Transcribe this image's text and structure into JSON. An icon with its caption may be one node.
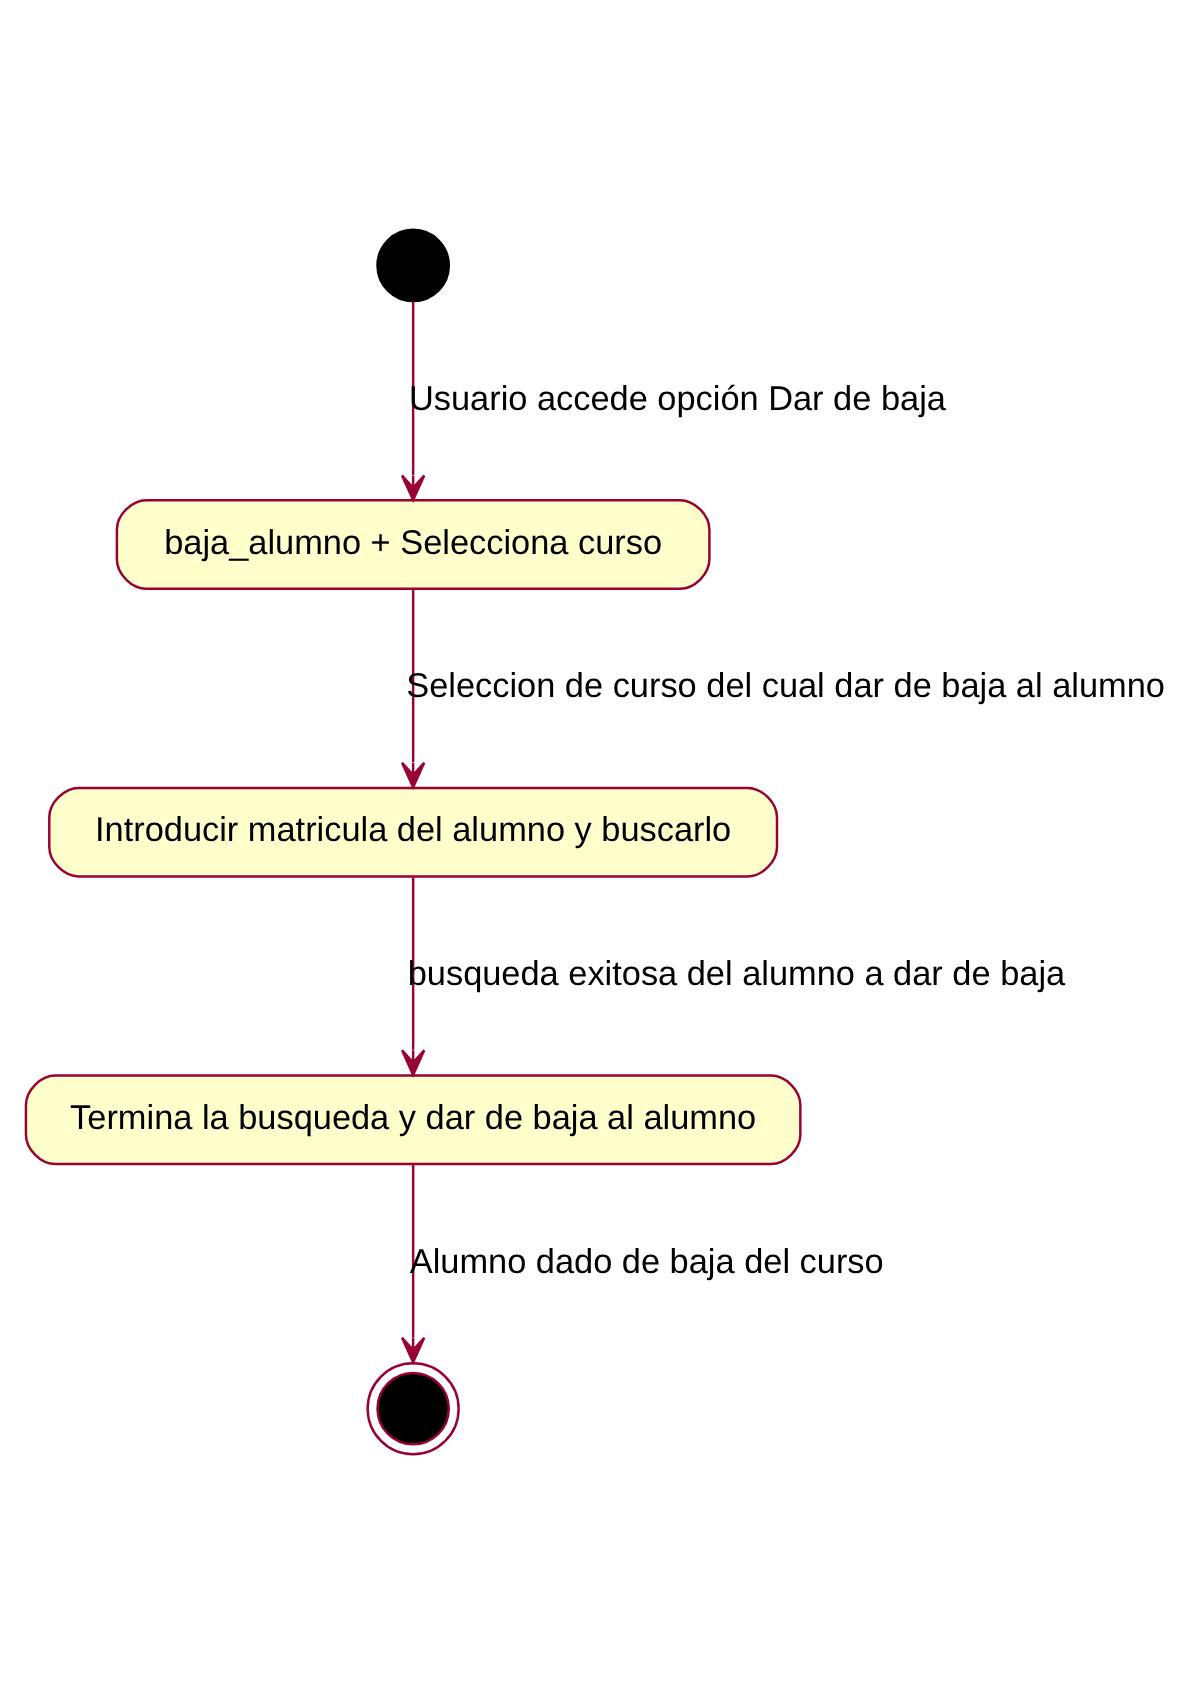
{
  "diagram": {
    "nodes": [
      {
        "text": [],
        "shape": "circle"
      },
      {
        "text": [
          "baja_alumno + Selecciona curso"
        ]
      },
      {
        "text": [
          "Introducir matricula del alumno y buscarlo"
        ]
      },
      {
        "text": [
          "Termina la busqueda y dar de baja al alumno"
        ]
      },
      {
        "text": [],
        "shape": "circle"
      }
    ],
    "edges": [
      {
        "from": 0,
        "to": 1,
        "arrow": "to",
        "label": "Usuario accede opción Dar de baja"
      },
      {
        "from": 1,
        "to": 2,
        "arrow": "to",
        "label": "Seleccion de curso del cual dar de baja al alumno"
      },
      {
        "from": 2,
        "to": 3,
        "arrow": "to",
        "label": "busqueda exitosa del alumno a dar de baja"
      },
      {
        "from": 3,
        "to": 4,
        "arrow": "to",
        "label": "Alumno dado de baja del curso"
      }
    ]
  }
}
